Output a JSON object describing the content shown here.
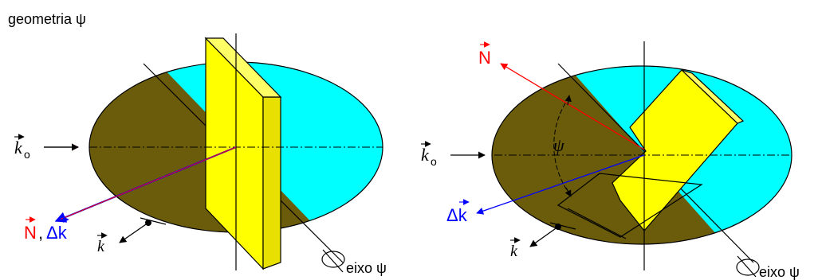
{
  "title": "geometria ψ",
  "colors": {
    "olive": "#6b5c0c",
    "cyan": "#00ffff",
    "yellow": "#ffff00",
    "red": "#ff0000",
    "blue": "#0000ff",
    "black": "#000000"
  },
  "left": {
    "k0_label": "k",
    "k0_sub": "o",
    "n_label": "N",
    "comma": ",",
    "dk_label": "Δk",
    "k_label": "k",
    "axis_label": "eixo ψ"
  },
  "right": {
    "n_label": "N",
    "psi_label": "ψ",
    "k0_label": "k",
    "k0_sub": "o",
    "dk_label": "Δk",
    "k_label": "k",
    "axis_label": "eixo ψ"
  }
}
